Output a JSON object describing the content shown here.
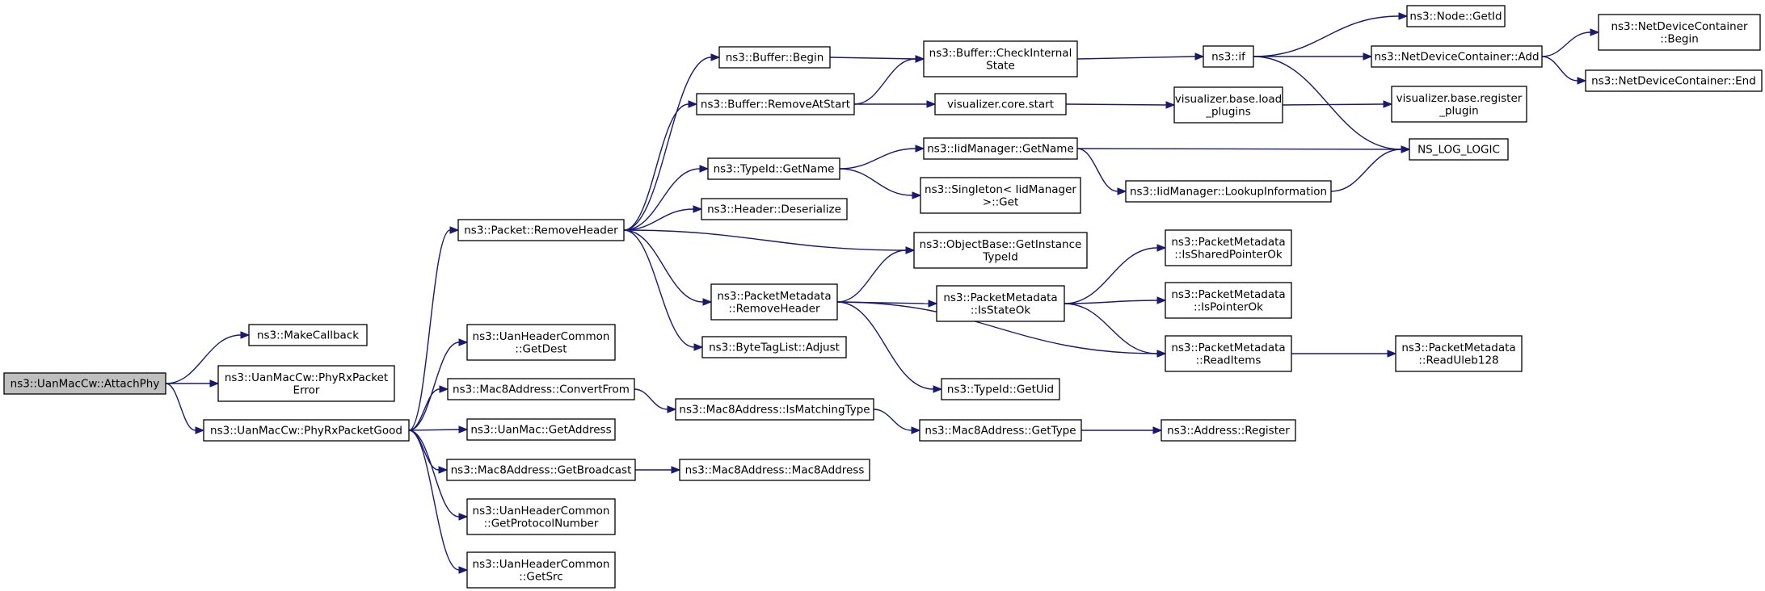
{
  "colors": {
    "edge": "#191970",
    "root_fill": "#bfbfbf",
    "node_fill": "#ffffff",
    "node_border": "#000000"
  },
  "nodes": {
    "attachphy": {
      "lines": [
        "ns3::UanMacCw::AttachPhy"
      ],
      "root": true
    },
    "makecallback": {
      "lines": [
        "ns3::MakeCallback"
      ]
    },
    "phyrxpacketerror": {
      "lines": [
        "ns3::UanMacCw::PhyRxPacket",
        "Error"
      ]
    },
    "phyrxpacketgood": {
      "lines": [
        "ns3::UanMacCw::PhyRxPacketGood"
      ]
    },
    "packetremoveheader": {
      "lines": [
        "ns3::Packet::RemoveHeader"
      ]
    },
    "uangetdest": {
      "lines": [
        "ns3::UanHeaderCommon",
        "::GetDest"
      ]
    },
    "convertfrom": {
      "lines": [
        "ns3::Mac8Address::ConvertFrom"
      ]
    },
    "uangetaddress": {
      "lines": [
        "ns3::UanMac::GetAddress"
      ]
    },
    "getbroadcast": {
      "lines": [
        "ns3::Mac8Address::GetBroadcast"
      ]
    },
    "getprotocolnumber": {
      "lines": [
        "ns3::UanHeaderCommon",
        "::GetProtocolNumber"
      ]
    },
    "uangetsrc": {
      "lines": [
        "ns3::UanHeaderCommon",
        "::GetSrc"
      ]
    },
    "bufferbegin": {
      "lines": [
        "ns3::Buffer::Begin"
      ]
    },
    "removeatstart": {
      "lines": [
        "ns3::Buffer::RemoveAtStart"
      ]
    },
    "typeidgetname": {
      "lines": [
        "ns3::TypeId::GetName"
      ]
    },
    "headerdeserialize": {
      "lines": [
        "ns3::Header::Deserialize"
      ]
    },
    "pmremoveheader": {
      "lines": [
        "ns3::PacketMetadata",
        "::RemoveHeader"
      ]
    },
    "bytetagadjust": {
      "lines": [
        "ns3::ByteTagList::Adjust"
      ]
    },
    "ismatchingtype": {
      "lines": [
        "ns3::Mac8Address::IsMatchingType"
      ]
    },
    "mac8address": {
      "lines": [
        "ns3::Mac8Address::Mac8Address"
      ]
    },
    "checkinternal": {
      "lines": [
        "ns3::Buffer::CheckInternal",
        "State"
      ]
    },
    "corestart": {
      "lines": [
        "visualizer.core.start"
      ]
    },
    "iidgetname": {
      "lines": [
        "ns3::IidManager::GetName"
      ]
    },
    "singletonget": {
      "lines": [
        "ns3::Singleton< IidManager",
        ">::Get"
      ]
    },
    "getinstancetypeid": {
      "lines": [
        "ns3::ObjectBase::GetInstance",
        "TypeId"
      ]
    },
    "pmisstateok": {
      "lines": [
        "ns3::PacketMetadata",
        "::IsStateOk"
      ]
    },
    "typeidgetuid": {
      "lines": [
        "ns3::TypeId::GetUid"
      ]
    },
    "mac8gettype": {
      "lines": [
        "ns3::Mac8Address::GetType"
      ]
    },
    "ns3if": {
      "lines": [
        "ns3::if"
      ]
    },
    "loadplugins": {
      "lines": [
        "visualizer.base.load",
        "_plugins"
      ]
    },
    "lookupinformation": {
      "lines": [
        "ns3::IidManager::LookupInformation"
      ]
    },
    "issharedpointerok": {
      "lines": [
        "ns3::PacketMetadata",
        "::IsSharedPointerOk"
      ]
    },
    "ispointerok": {
      "lines": [
        "ns3::PacketMetadata",
        "::IsPointerOk"
      ]
    },
    "readitems": {
      "lines": [
        "ns3::PacketMetadata",
        "::ReadItems"
      ]
    },
    "addressregister": {
      "lines": [
        "ns3::Address::Register"
      ]
    },
    "nodegetid": {
      "lines": [
        "ns3::Node::GetId"
      ]
    },
    "ndcadd": {
      "lines": [
        "ns3::NetDeviceContainer::Add"
      ]
    },
    "registerplugin": {
      "lines": [
        "visualizer.base.register",
        "_plugin"
      ]
    },
    "nslogic": {
      "lines": [
        "NS_LOG_LOGIC"
      ]
    },
    "readuleb128": {
      "lines": [
        "ns3::PacketMetadata",
        "::ReadUleb128"
      ]
    },
    "ndcbegin": {
      "lines": [
        "ns3::NetDeviceContainer",
        "::Begin"
      ]
    },
    "ndcend": {
      "lines": [
        "ns3::NetDeviceContainer::End"
      ]
    }
  },
  "edges": [
    [
      "attachphy",
      "makecallback"
    ],
    [
      "attachphy",
      "phyrxpacketerror"
    ],
    [
      "attachphy",
      "phyrxpacketgood"
    ],
    [
      "phyrxpacketgood",
      "packetremoveheader"
    ],
    [
      "phyrxpacketgood",
      "uangetdest"
    ],
    [
      "phyrxpacketgood",
      "convertfrom"
    ],
    [
      "phyrxpacketgood",
      "uangetaddress"
    ],
    [
      "phyrxpacketgood",
      "getbroadcast"
    ],
    [
      "phyrxpacketgood",
      "getprotocolnumber"
    ],
    [
      "phyrxpacketgood",
      "uangetsrc"
    ],
    [
      "packetremoveheader",
      "bufferbegin"
    ],
    [
      "packetremoveheader",
      "removeatstart"
    ],
    [
      "packetremoveheader",
      "typeidgetname"
    ],
    [
      "packetremoveheader",
      "headerdeserialize"
    ],
    [
      "packetremoveheader",
      "getinstancetypeid"
    ],
    [
      "packetremoveheader",
      "pmremoveheader"
    ],
    [
      "packetremoveheader",
      "bytetagadjust"
    ],
    [
      "convertfrom",
      "ismatchingtype"
    ],
    [
      "getbroadcast",
      "mac8address"
    ],
    [
      "bufferbegin",
      "checkinternal"
    ],
    [
      "removeatstart",
      "checkinternal"
    ],
    [
      "removeatstart",
      "corestart"
    ],
    [
      "typeidgetname",
      "iidgetname"
    ],
    [
      "typeidgetname",
      "singletonget"
    ],
    [
      "pmremoveheader",
      "getinstancetypeid"
    ],
    [
      "pmremoveheader",
      "pmisstateok"
    ],
    [
      "pmremoveheader",
      "readitems"
    ],
    [
      "pmremoveheader",
      "typeidgetuid"
    ],
    [
      "ismatchingtype",
      "mac8gettype"
    ],
    [
      "checkinternal",
      "ns3if"
    ],
    [
      "corestart",
      "loadplugins"
    ],
    [
      "iidgetname",
      "nslogic"
    ],
    [
      "iidgetname",
      "lookupinformation"
    ],
    [
      "pmisstateok",
      "issharedpointerok"
    ],
    [
      "pmisstateok",
      "ispointerok"
    ],
    [
      "pmisstateok",
      "readitems"
    ],
    [
      "mac8gettype",
      "addressregister"
    ],
    [
      "ns3if",
      "nodegetid"
    ],
    [
      "ns3if",
      "ndcadd"
    ],
    [
      "ns3if",
      "nslogic"
    ],
    [
      "loadplugins",
      "registerplugin"
    ],
    [
      "lookupinformation",
      "nslogic"
    ],
    [
      "readitems",
      "readuleb128"
    ],
    [
      "ndcadd",
      "ndcbegin"
    ],
    [
      "ndcadd",
      "ndcend"
    ]
  ]
}
